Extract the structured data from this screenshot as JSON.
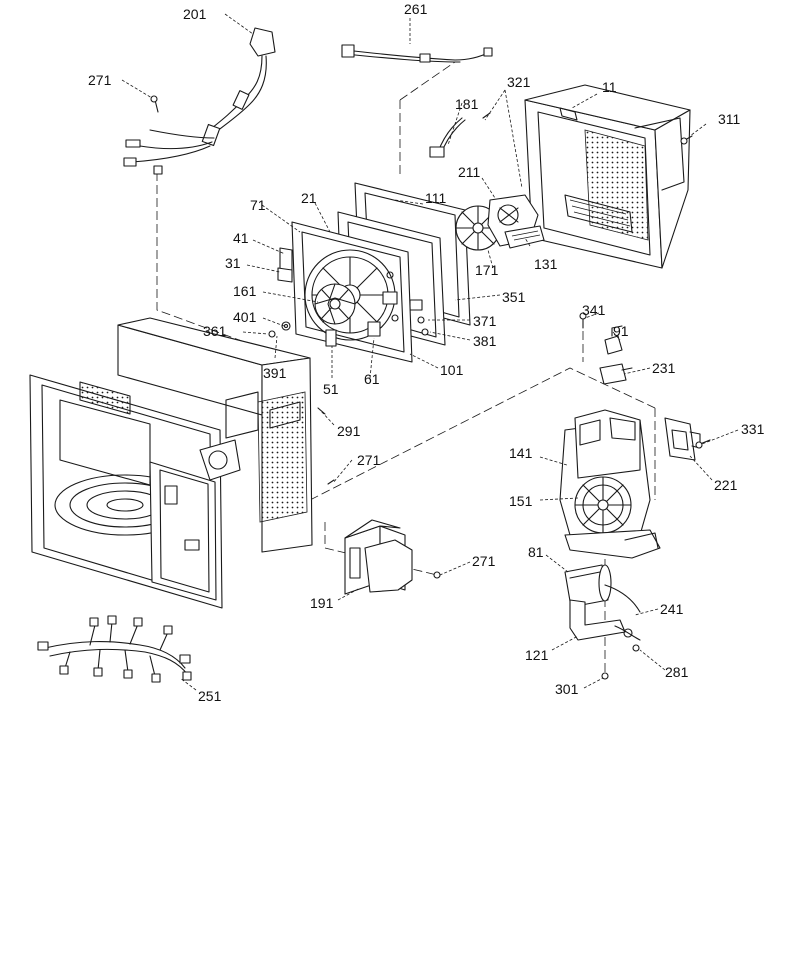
{
  "labels": {
    "l11": "11",
    "l21": "21",
    "l31": "31",
    "l41": "41",
    "l51": "51",
    "l61": "61",
    "l71": "71",
    "l81": "81",
    "l91": "91",
    "l101": "101",
    "l111": "111",
    "l121": "121",
    "l131": "131",
    "l141": "141",
    "l151": "151",
    "l161": "161",
    "l171": "171",
    "l181": "181",
    "l191": "191",
    "l201": "201",
    "l211": "211",
    "l221": "221",
    "l231": "231",
    "l241": "241",
    "l251": "251",
    "l261": "261",
    "l271": "271",
    "l281": "281",
    "l291": "291",
    "l301": "301",
    "l311": "311",
    "l321": "321",
    "l331": "331",
    "l341": "341",
    "l351": "351",
    "l361": "361",
    "l371": "371",
    "l381": "381",
    "l391": "391",
    "l401": "401"
  },
  "colors": {
    "line": "#1a1a1a",
    "background": "#ffffff"
  }
}
